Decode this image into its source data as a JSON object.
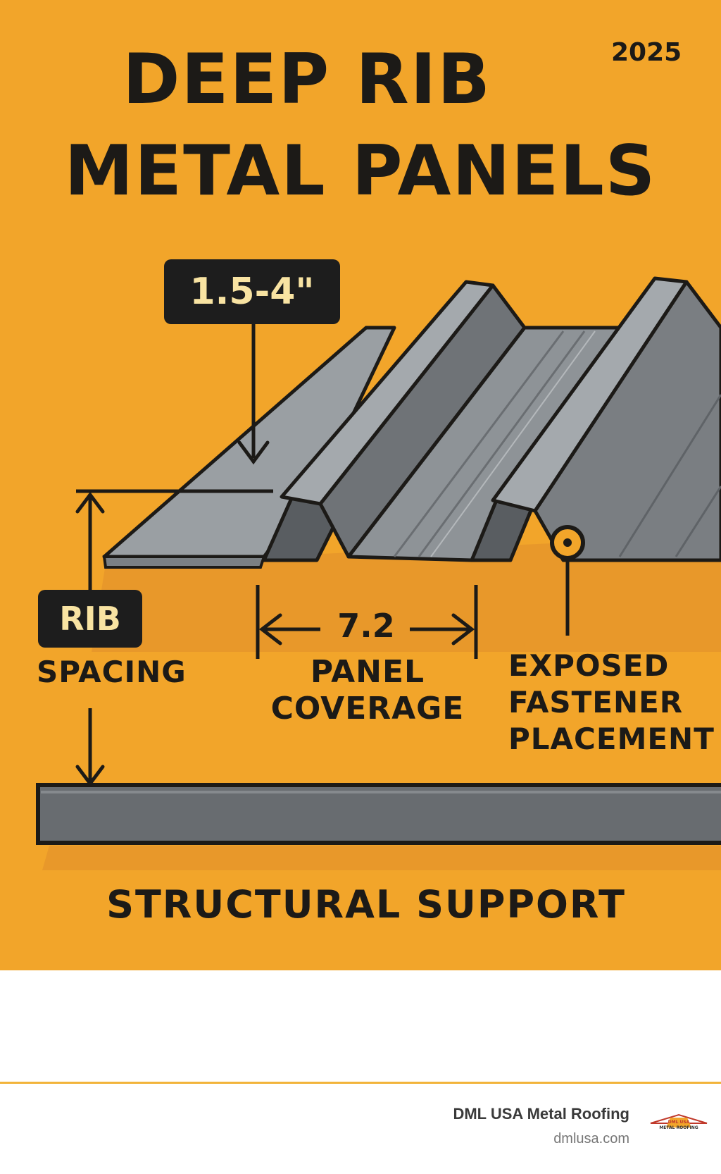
{
  "poster": {
    "title_line_1": "DEEP RIB",
    "title_line_2": "METAL PANELS",
    "year": "2025",
    "rib_depth_badge": "1.5-4\"",
    "rib_badge": "RIB",
    "spacing_label": "SPACING",
    "coverage_value": "7.2",
    "panel_coverage_line_1": "PANEL",
    "panel_coverage_line_2": "COVERAGE",
    "fastener_line_1": "EXPOSED",
    "fastener_line_2": "FASTENER",
    "fastener_line_3": "PLACEMENT",
    "support_label": "STRUCTURAL SUPPORT",
    "colors": {
      "background": "#f2a52a",
      "ink": "#1c1a17",
      "metal": "#8e9397",
      "metal_dark": "#5d6165",
      "badge": "#1d1d1d",
      "badge_text": "#f8e3a2"
    }
  },
  "footer": {
    "brand_name": "DML USA Metal Roofing",
    "brand_url": "dmlusa.com",
    "logo_text_1": "DML USA",
    "logo_text_2": "METAL ROOFING"
  }
}
